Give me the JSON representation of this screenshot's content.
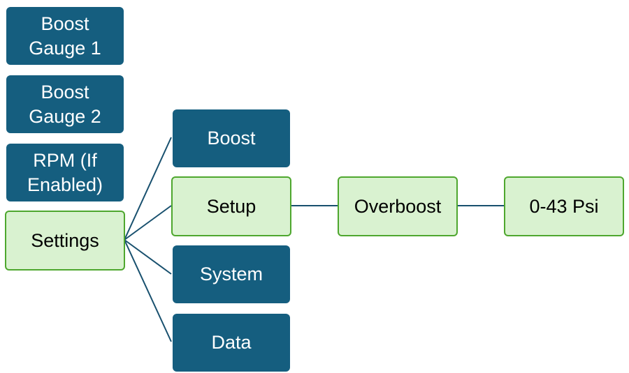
{
  "menu": {
    "main_items": [
      {
        "label": "Boost\nGauge 1",
        "style": "dark"
      },
      {
        "label": "Boost\nGauge 2",
        "style": "dark"
      },
      {
        "label": "RPM (If\nEnabled)",
        "style": "dark"
      },
      {
        "label": "Settings",
        "style": "highlighted"
      }
    ],
    "settings_items": [
      {
        "label": "Boost",
        "style": "dark"
      },
      {
        "label": "Setup",
        "style": "highlighted"
      },
      {
        "label": "System",
        "style": "dark"
      },
      {
        "label": "Data",
        "style": "dark"
      }
    ],
    "setup_item": {
      "label": "Overboost",
      "style": "highlighted"
    },
    "overboost_value": {
      "label": "0-43 Psi",
      "style": "highlighted"
    }
  },
  "colors": {
    "dark_fill": "#155e7f",
    "highlight_fill": "#d9f2d0",
    "highlight_border": "#4ea72e",
    "connector": "#18506e"
  }
}
